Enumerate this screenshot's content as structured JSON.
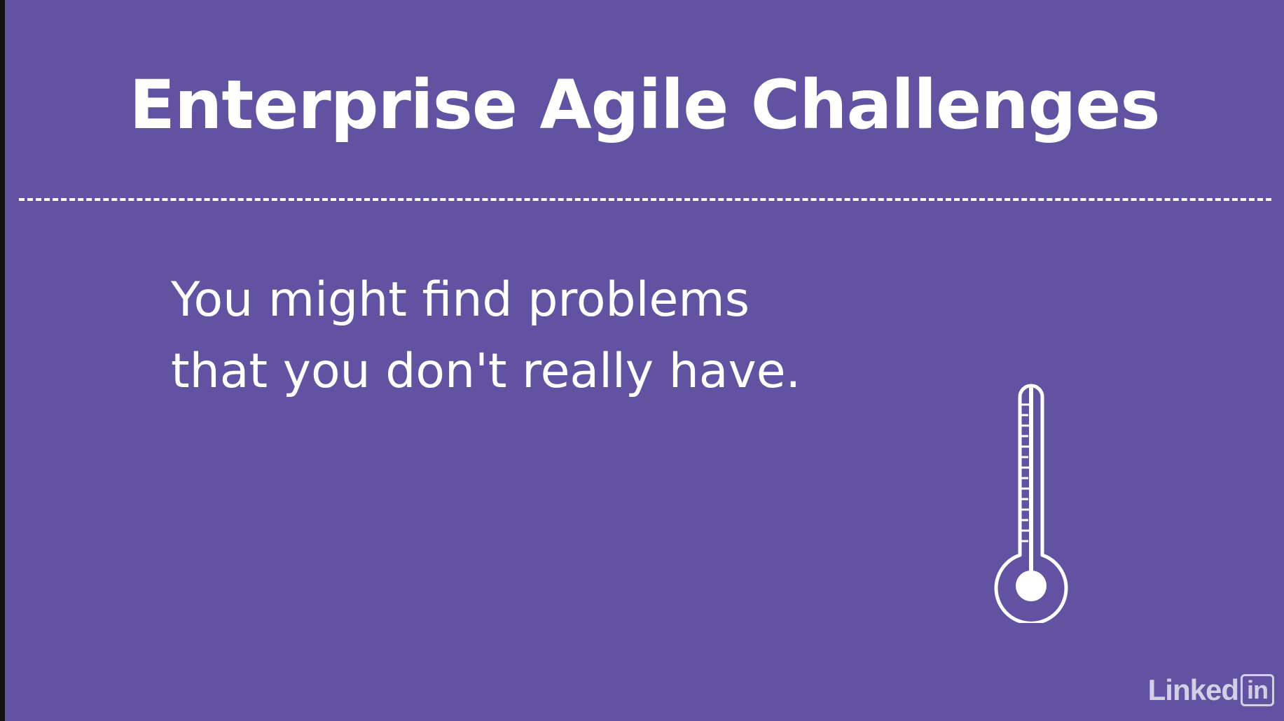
{
  "slide": {
    "title": "Enterprise Agile Challenges",
    "body_lines": [
      "You might find problems",
      "that you don't really have."
    ],
    "icon": "thermometer-icon"
  },
  "branding": {
    "logo_text": "Linked",
    "logo_box_text": "in"
  },
  "colors": {
    "background": "#6253a2",
    "foreground": "#ffffff"
  }
}
